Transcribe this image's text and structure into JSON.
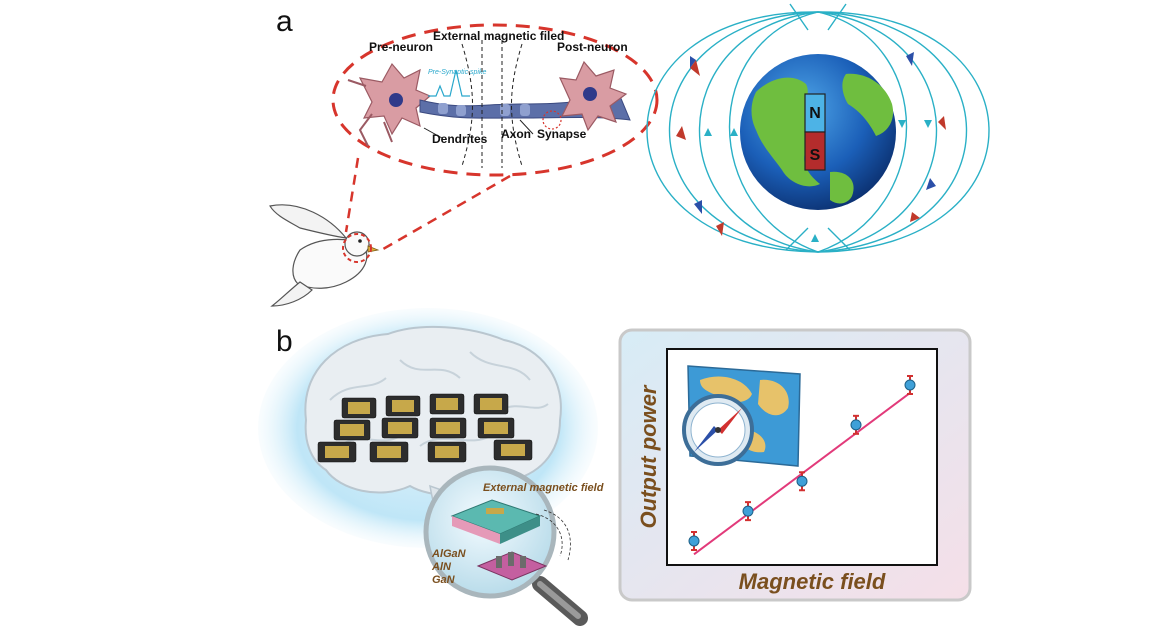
{
  "panel_a": {
    "letter": "a",
    "labels": {
      "pre_neuron": "Pre-neuron",
      "external_field": "External magnetic filed",
      "post_neuron": "Post-neuron",
      "pre_synaptic_spike": "Pre-Synaptic spike",
      "dendrites": "Dendrites",
      "axon": "Axon",
      "synapse": "Synapse"
    },
    "magnet": {
      "north": "N",
      "south": "S"
    }
  },
  "panel_b": {
    "letter": "b",
    "labels": {
      "external_field": "External magnetic field",
      "layer_1": "AlGaN",
      "layer_2": "AlN",
      "layer_3": "GaN"
    }
  },
  "chart_data": {
    "type": "scatter",
    "xlabel": "Magnetic field",
    "ylabel": "Output power",
    "x": [
      1,
      2,
      3,
      4,
      5
    ],
    "y": [
      1.0,
      1.9,
      2.8,
      4.5,
      5.7
    ],
    "trend": "linear",
    "colors": {
      "points": "#3fa0d8",
      "line": "#e23a7a",
      "error": "#d23030"
    }
  }
}
